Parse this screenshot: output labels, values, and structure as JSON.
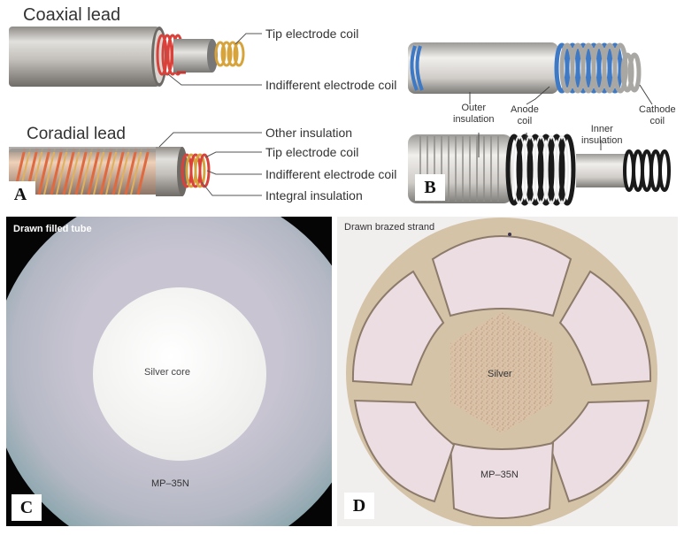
{
  "panel_a": {
    "letter": "A",
    "coaxial_title": "Coaxial lead",
    "coaxial_labels": [
      "Tip electrode coil",
      "Indifferent electrode coil"
    ],
    "coradial_title": "Coradial lead",
    "coradial_labels": [
      "Other insulation",
      "Tip electrode coil",
      "Indifferent electrode coil",
      "Integral insulation"
    ]
  },
  "panel_b": {
    "letter": "B",
    "labels": {
      "outer": "Outer\ninsulation",
      "anode": "Anode\ncoil",
      "inner": "Inner\ninsulation",
      "cathode": "Cathode\ncoil"
    }
  },
  "panel_c": {
    "letter": "C",
    "title": "Drawn filled tube",
    "core_label": "Silver core",
    "outer_label": "MP–35N"
  },
  "panel_d": {
    "letter": "D",
    "title": "Drawn brazed strand",
    "core_label": "Silver",
    "outer_label": "MP–35N"
  },
  "colors": {
    "silver_tube": "#b9b6b2",
    "red_coil": "#d9423a",
    "gold_coil": "#d7a43c",
    "blue_coil": "#3d79c5",
    "black_coil": "#1a1a1a",
    "pink_strand": "#ecdde3",
    "silver_core_d": "#d9c2a8"
  }
}
